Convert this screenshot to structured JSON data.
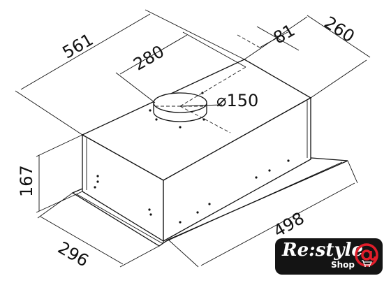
{
  "dimensions": {
    "length": "561",
    "offset": "280",
    "duct_offset": "81",
    "width": "260",
    "duct_diameter": "⌀150",
    "height": "167",
    "depth": "296",
    "bottom_length": "498"
  },
  "logo": {
    "brand": "Re:style",
    "sub": "Shop",
    "colors": {
      "box": "#141414",
      "text": "#ffffff",
      "accent": "#e11d2a"
    }
  },
  "icons": {
    "at": "at-icon",
    "cart": "cart-icon"
  }
}
